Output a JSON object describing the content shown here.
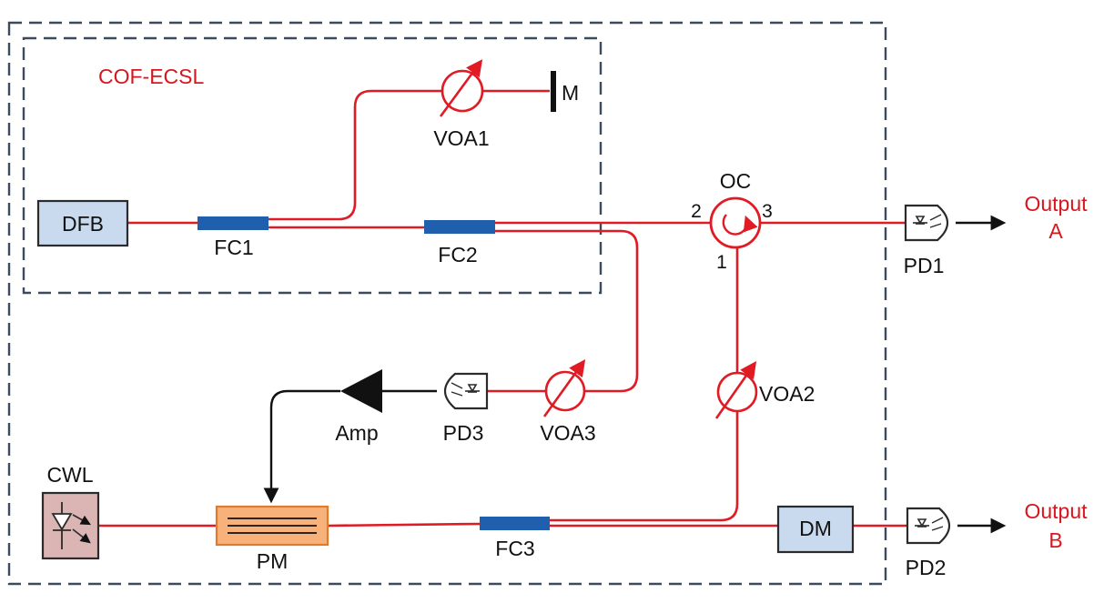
{
  "colors": {
    "fiber": "#e01b24",
    "label_red": "#d7161e",
    "frame": "#3b4a5c",
    "box_fill": "#c9d9ee",
    "coupler": "#1f5fae",
    "pm_fill": "#f6b27a",
    "pm_stroke": "#e07b2c",
    "cwl_fill": "#dbb4b4"
  },
  "icons": {
    "photodiode": "photodiode-icon",
    "amplifier": "amplifier-triangle-icon",
    "attenuator": "variable-attenuator-icon",
    "circulator": "circulator-icon",
    "mirror": "mirror-icon"
  },
  "labels": {
    "cof_ecsl": "COF-ECSL",
    "dfb": "DFB",
    "fc1": "FC1",
    "fc2": "FC2",
    "fc3": "FC3",
    "voa1": "VOA1",
    "voa2": "VOA2",
    "voa3": "VOA3",
    "mirror": "M",
    "oc": "OC",
    "oc_port1": "1",
    "oc_port2": "2",
    "oc_port3": "3",
    "pd1": "PD1",
    "pd2": "PD2",
    "pd3": "PD3",
    "amp": "Amp",
    "cwl": "CWL",
    "pm": "PM",
    "dm": "DM",
    "output_a_line1": "Output",
    "output_a_line2": "A",
    "output_b_line1": "Output",
    "output_b_line2": "B"
  }
}
